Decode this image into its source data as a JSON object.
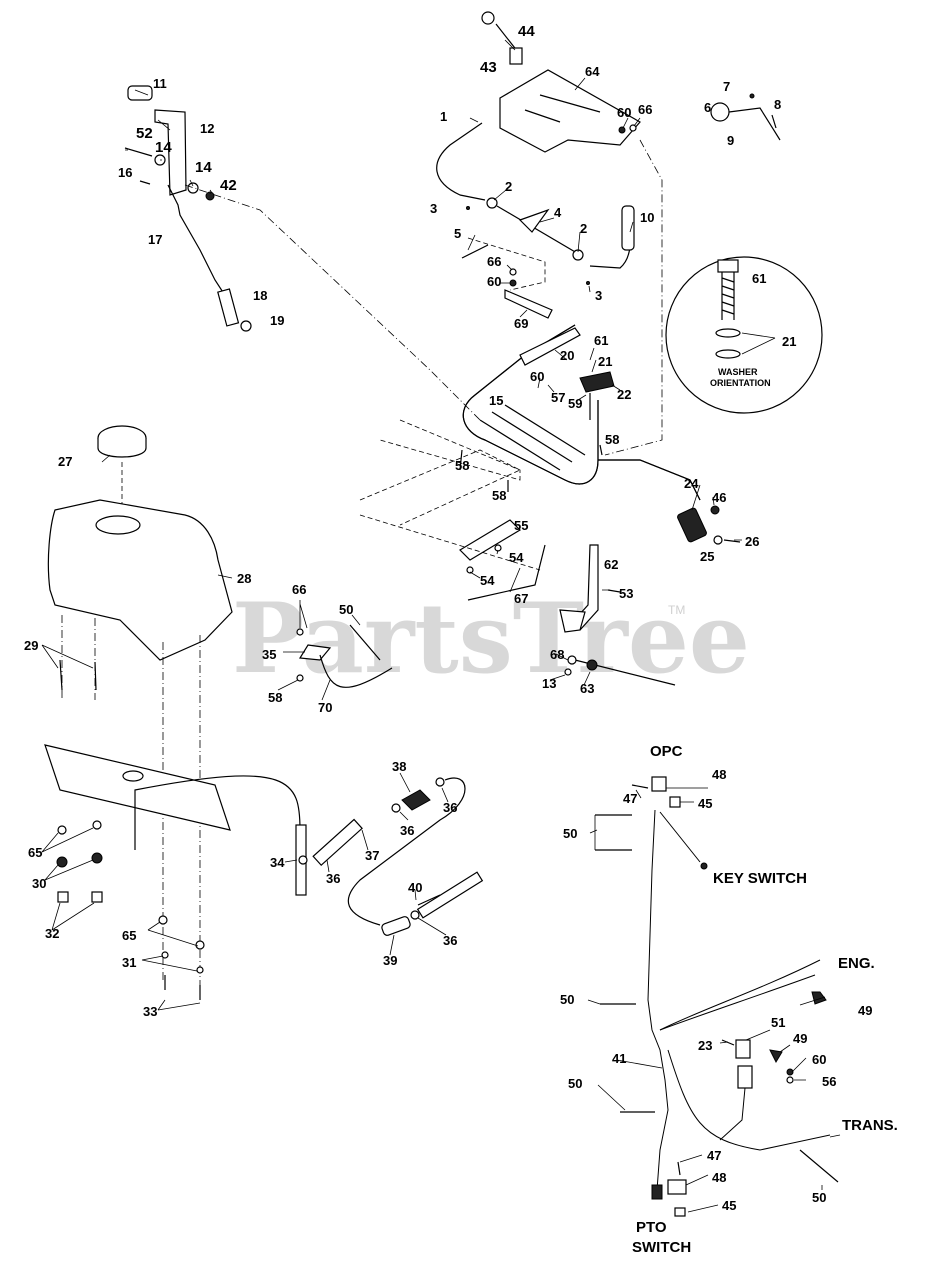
{
  "watermark": {
    "text": "PartsTree",
    "tm": "TM"
  },
  "callouts": {
    "c1": "1",
    "c2a": "2",
    "c2b": "2",
    "c3a": "3",
    "c3b": "3",
    "c4": "4",
    "c5": "5",
    "c6": "6",
    "c7": "7",
    "c8": "8",
    "c9": "9",
    "c10": "10",
    "c11": "11",
    "c12": "12",
    "c13": "13",
    "c14a": "14",
    "c14b": "14",
    "c15": "15",
    "c16": "16",
    "c17": "17",
    "c18": "18",
    "c19": "19",
    "c20": "20",
    "c21a": "21",
    "c21b": "21",
    "c22": "22",
    "c23": "23",
    "c24": "24",
    "c25": "25",
    "c26": "26",
    "c27": "27",
    "c28": "28",
    "c29": "29",
    "c30": "30",
    "c31": "31",
    "c32": "32",
    "c33": "33",
    "c34": "34",
    "c35": "35",
    "c36a": "36",
    "c36b": "36",
    "c36c": "36",
    "c36d": "36",
    "c37": "37",
    "c38": "38",
    "c39": "39",
    "c40": "40",
    "c41": "41",
    "c42": "42",
    "c43": "43",
    "c44": "44",
    "c45a": "45",
    "c45b": "45",
    "c46": "46",
    "c47a": "47",
    "c47b": "47",
    "c48a": "48",
    "c48b": "48",
    "c49a": "49",
    "c49b": "49",
    "c50a": "50",
    "c50b": "50",
    "c50c": "50",
    "c50d": "50",
    "c50e": "50",
    "c51": "51",
    "c52": "52",
    "c53": "53",
    "c54a": "54",
    "c54b": "54",
    "c55": "55",
    "c56": "56",
    "c57": "57",
    "c58a": "58",
    "c58b": "58",
    "c58c": "58",
    "c58d": "58",
    "c59": "59",
    "c60a": "60",
    "c60b": "60",
    "c60c": "60",
    "c60d": "60",
    "c61a": "61",
    "c61b": "61",
    "c62": "62",
    "c63": "63",
    "c64": "64",
    "c65a": "65",
    "c65b": "65",
    "c66a": "66",
    "c66b": "66",
    "c66c": "66",
    "c67": "67",
    "c68": "68",
    "c69": "69",
    "c70": "70"
  },
  "labels": {
    "washer_orientation_1": "WASHER",
    "washer_orientation_2": "ORIENTATION",
    "opc": "OPC",
    "key_switch": "KEY SWITCH",
    "eng": "ENG.",
    "trans": "TRANS.",
    "pto_switch_1": "PTO",
    "pto_switch_2": "SWITCH"
  }
}
